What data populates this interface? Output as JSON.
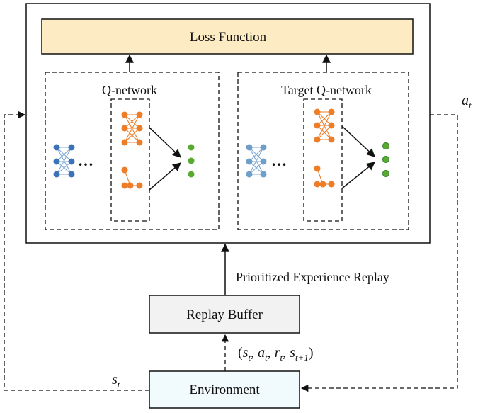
{
  "boxes": {
    "loss_function": "Loss Function",
    "q_network": "Q-network",
    "target_q_network": "Target Q-network",
    "replay_buffer": "Replay Buffer",
    "environment": "Environment"
  },
  "labels": {
    "prioritized": "Prioritized Experience Replay",
    "action": {
      "base": "a",
      "sub": "t"
    },
    "state": {
      "base": "s",
      "sub": "t"
    },
    "transition": {
      "open": "(",
      "s": "s",
      "s_sub": "t",
      "a": "a",
      "a_sub": "t",
      "r": "r",
      "r_sub": "t",
      "s_next": "s",
      "s_next_sub": "t+1",
      "sep": ", ",
      "close": ")"
    },
    "ellipsis": "…"
  },
  "colors": {
    "loss_fill": "#fcebc3",
    "buffer_fill": "#f2f2f2",
    "env_fill": "#f1fbfd",
    "blue_node": "#3b73b9",
    "orange_node": "#ee7d28",
    "green_node": "#5aaa32",
    "green_node_dark": "#3f8a3a",
    "edge_blue": "#7da7d6",
    "edge_orange": "#ee7d28",
    "target_blue": "#6f9fc8"
  }
}
